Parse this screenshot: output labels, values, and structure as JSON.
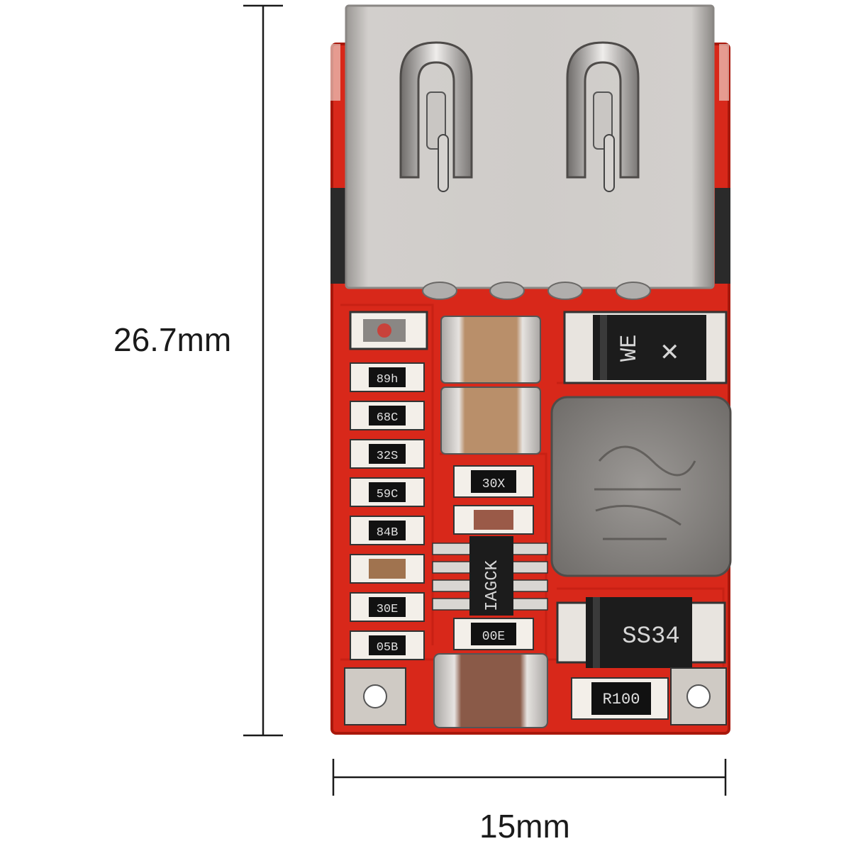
{
  "dimensions": {
    "height_label": "26.7mm",
    "width_label": "15mm"
  },
  "components": {
    "resistors": [
      "89h",
      "68C",
      "32S",
      "59C",
      "84B",
      "",
      "30E",
      "05B"
    ],
    "small_caps_top": "30X",
    "small_caps_bottom": "00E",
    "ic_marking": "IAGCK",
    "diode_top": "WE",
    "diode_bottom": "SS34",
    "shunt_resistor": "R100"
  },
  "colors": {
    "pcb": "#d8281a",
    "pcb_dark": "#b01c10",
    "usb_shell": "#c9c6c3",
    "ink": "#1a1a1a"
  }
}
